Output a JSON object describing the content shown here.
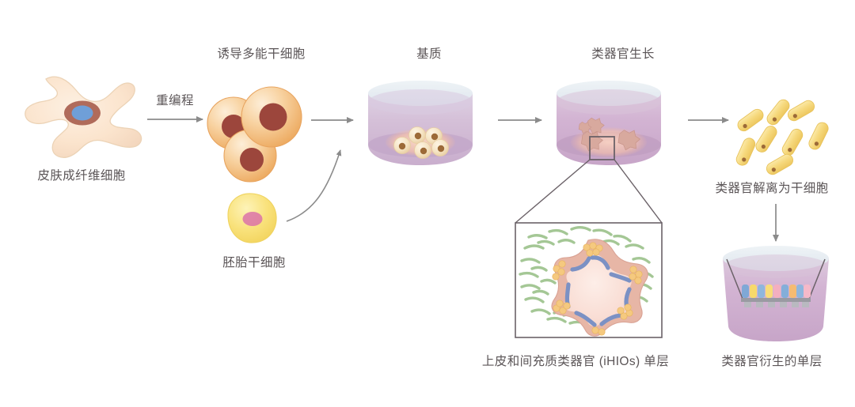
{
  "figure": {
    "title_visible": false,
    "background_color": "#ffffff",
    "text_color": "#5b5557"
  },
  "labels": {
    "fibroblast": "皮肤成纤维细胞",
    "reprogramming": "重编程",
    "ipsc": "诱导多能干细胞",
    "esc": "胚胎干细胞",
    "matrix": "基质",
    "organoid_growth": "类器官生长",
    "dissociation": "类器官解离为干细胞",
    "ihio_monolayer": "上皮和间充质类器官 (iHIOs) 单层",
    "organoid_monolayer": "类器官衍生的单层"
  },
  "stages": [
    {
      "id": "skin-fibroblast",
      "label": "皮肤成纤维细胞",
      "type": "cell",
      "body_color": "#fbe4cd",
      "nucleus_outer_color": "#a9604f",
      "nucleus_inner_color": "#6f9fd8"
    },
    {
      "id": "ipsc-cluster",
      "label": "诱导多能干细胞",
      "type": "cell-cluster",
      "count": 3,
      "body_color": "#f6c98e",
      "highlight_color": "#fde8cf",
      "nucleus_color": "#9c463c"
    },
    {
      "id": "embryonic-stem-cell",
      "label": "胚胎干细胞",
      "type": "cell",
      "body_color": "#f9e27c",
      "nucleus_color": "#d munged"
    },
    {
      "id": "matrix-dish",
      "label": "基质",
      "type": "petri-dish",
      "dish_color": "#cdb8d4",
      "rim_color": "#e8eef3",
      "cell_count": 5,
      "cell_color": "#f5e4c4",
      "cell_nucleus_color": "#9c6a38",
      "glow_color": "#f6c3ab"
    },
    {
      "id": "organoid-growth-dish",
      "label": "类器官生长",
      "type": "petri-dish",
      "dish_color": "#cdb0cd",
      "rim_color": "#e8eef3",
      "organoid_count": 4,
      "organoid_color": "#d8a99e",
      "glow_color": "#f3c7b6",
      "selection_box": true
    },
    {
      "id": "dissociated-stem-cells",
      "label": "类器官解离为干细胞",
      "type": "rod-cells",
      "count": 8,
      "body_color": "#f6d97e",
      "end_dot_color": "#9c6a38"
    },
    {
      "id": "ihio-detail",
      "label": "上皮和间充质类器官 (iHIOs) 单层",
      "type": "inset-detail",
      "lumen_color": "#f9ddd4",
      "epithelium_color": "#e7b6a6",
      "basal_color": "#7b91c4",
      "vertex_cell_color": "#f5c97f",
      "mesenchyme_color": "#9bc18a"
    },
    {
      "id": "organoid-derived-monolayer",
      "label": "类器官衍生的单层",
      "type": "petri-dish-monolayer",
      "dish_color": "#cdb0cd",
      "rim_color": "#e8eef3",
      "membrane_color": "#9a9aa2",
      "cell_colors": [
        "#7fa8d6",
        "#f7d96b",
        "#8fb6dd",
        "#f8dc7a",
        "#f3afc0",
        "#84aed9",
        "#f5bb72",
        "#8fb6dd",
        "#f5b9c9"
      ]
    }
  ],
  "connectors": [
    {
      "id": "arrow-reprogram",
      "label": "重编程",
      "type": "straight-arrow",
      "color": "#8b8b8b"
    },
    {
      "id": "arrow-ipsc-to-matrix",
      "label": "",
      "type": "straight-arrow",
      "color": "#8b8b8b"
    },
    {
      "id": "arrow-esc-to-matrix",
      "label": "",
      "type": "curved-arrow",
      "color": "#8b8b8b"
    },
    {
      "id": "arrow-matrix-to-growth",
      "label": "",
      "type": "straight-arrow",
      "color": "#8b8b8b"
    },
    {
      "id": "arrow-growth-to-rods",
      "label": "",
      "type": "straight-arrow",
      "color": "#8b8b8b"
    },
    {
      "id": "arrow-rods-to-monolayer",
      "label": "",
      "type": "down-arrow",
      "color": "#8b8b8b"
    },
    {
      "id": "callout-zoom-lines",
      "label": "",
      "type": "magnifier-callout",
      "color": "#6b6268"
    }
  ],
  "colors": {
    "line": "#8b8b8b",
    "callout_line": "#6b6268",
    "text": "#5b5557"
  }
}
